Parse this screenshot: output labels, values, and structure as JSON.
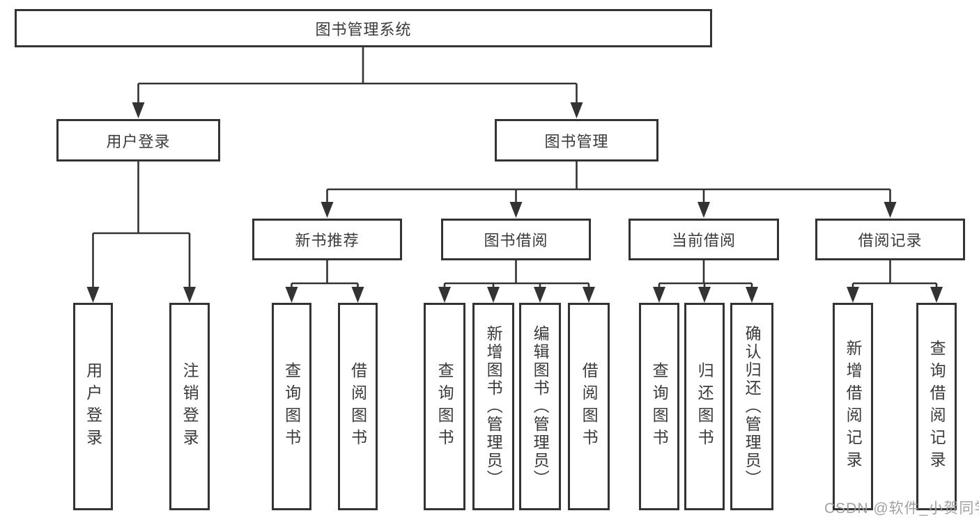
{
  "diagram_type": "hierarchy-tree",
  "colors": {
    "line": "#333333",
    "box_border": "#333333",
    "box_background": "#ffffff",
    "text": "#3a3a3a",
    "watermark": "#9c9c9c"
  },
  "tree": {
    "root": {
      "label": "图书管理系统",
      "children": [
        {
          "label": "用户登录",
          "children": [
            {
              "label": "用户登录"
            },
            {
              "label": "注销登录"
            }
          ]
        },
        {
          "label": "图书管理",
          "children": [
            {
              "label": "新书推荐",
              "children": [
                {
                  "label": "查询图书"
                },
                {
                  "label": "借阅图书"
                }
              ]
            },
            {
              "label": "图书借阅",
              "children": [
                {
                  "label": "查询图书"
                },
                {
                  "label": "新增图书（管理员）"
                },
                {
                  "label": "编辑图书（管理员）"
                },
                {
                  "label": "借阅图书"
                }
              ]
            },
            {
              "label": "当前借阅",
              "children": [
                {
                  "label": "查询图书"
                },
                {
                  "label": "归还图书"
                },
                {
                  "label": "确认归还（管理员）"
                }
              ]
            },
            {
              "label": "借阅记录",
              "children": [
                {
                  "label": "新增借阅记录"
                },
                {
                  "label": "查询借阅记录"
                }
              ]
            }
          ]
        }
      ]
    }
  },
  "watermark": {
    "text": "CSDN @软件_小贺同学"
  }
}
